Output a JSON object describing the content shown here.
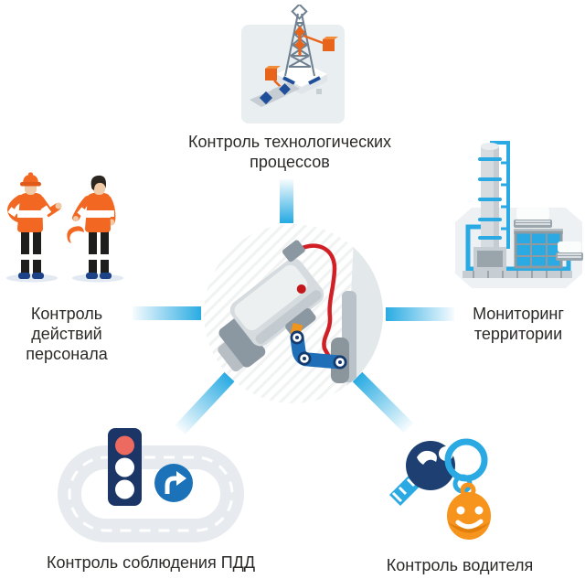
{
  "diagram": {
    "subject": "video-surveillance-applications",
    "center": {
      "icon": "cctv-camera-icon"
    },
    "nodes": {
      "top": {
        "label": "Контроль технологических\nпроцессов",
        "icon": "drilling-rig-icon"
      },
      "left": {
        "label": "Контроль\nдействий\nперсонала",
        "icon": "workers-icon"
      },
      "right": {
        "label": "Мониторинг\nтерритории",
        "icon": "industrial-plant-icon"
      },
      "bottom_left": {
        "label": "Контроль соблюдения ПДД",
        "icon": "traffic-light-road-icon"
      },
      "bottom_right": {
        "label": "Контроль водителя",
        "icon": "car-keys-icon"
      }
    },
    "palette": {
      "accent_cyan": "#29abe2",
      "royal_blue": "#1e6fb8",
      "navy": "#1b3666",
      "orange": "#f26822",
      "amber": "#f7941d",
      "red": "#d11f26",
      "tile_gray": "#edf1f4",
      "text": "#2b2a28"
    }
  }
}
